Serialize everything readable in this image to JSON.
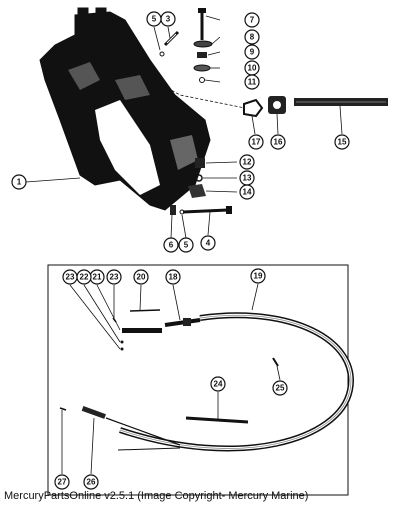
{
  "caption": "MercuryPartsOnline v2.5.1 (Image Copyright- Mercury Marine)",
  "callouts": [
    "1",
    "3",
    "4",
    "5",
    "5",
    "6",
    "7",
    "8",
    "9",
    "10",
    "11",
    "12",
    "13",
    "14",
    "15",
    "16",
    "17",
    "18",
    "19",
    "20",
    "21",
    "22",
    "23",
    "23",
    "24",
    "25",
    "26",
    "27"
  ]
}
